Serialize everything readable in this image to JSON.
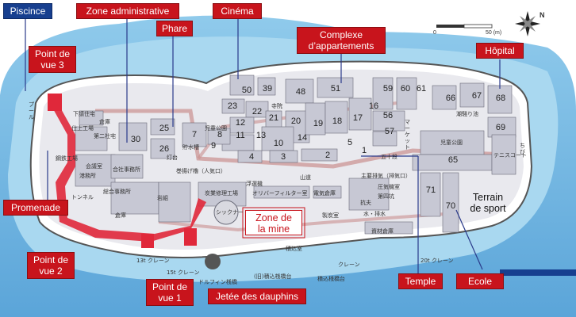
{
  "labels": {
    "piscince": "Piscince",
    "zone_admin": "Zone administrative",
    "cinema": "Cinéma",
    "phare": "Phare",
    "complexe": "Complexe\nd’appartements",
    "hopital": "Hôpital",
    "point_vue_3": "Point de\nvue 3",
    "promenade": "Promenade",
    "point_vue_2": "Point de\nvue 2",
    "point_vue_1": "Point de\nvue 1",
    "jetee": "Jetée des dauphins",
    "zone_mine": "Zone de\nla mine",
    "terrain_sport": "Terrain\nde sport",
    "temple": "Temple",
    "ecole": "Ecole"
  },
  "building_numbers": [
    "50",
    "39",
    "48",
    "23",
    "22",
    "21",
    "20",
    "19",
    "18",
    "17",
    "16",
    "51",
    "59",
    "60",
    "61",
    "66",
    "67",
    "68",
    "69",
    "25",
    "7",
    "12",
    "11",
    "10",
    "14",
    "56",
    "57",
    "13",
    "5",
    "3",
    "4",
    "2",
    "1",
    "9",
    "8",
    "26",
    "30",
    "65",
    "71",
    "70"
  ],
  "japanese_text": {
    "pool": "プール",
    "lower_housing": "下請住宅",
    "warehouse": "倉庫",
    "finishing": "仕上工場",
    "general_hall": "総合事務所",
    "pachinko": "第二社宅",
    "meeting_room": "会議室",
    "steel_dept": "鋼鉄工場",
    "harbor": "港務所",
    "union": "合社事務所",
    "tunnel": "トンネル",
    "lift": "岩組",
    "storage": "倉庫",
    "lighthouse": "灯台",
    "children_park": "児童公園",
    "storehouse": "貯水槽",
    "hoist": "巻揚げ櫓（人気口）",
    "mountain_road": "山道",
    "temple_jp": "寺院",
    "fifty_steps": "五十段",
    "main_exhaust": "主要排気（排気口）",
    "compressor": "圧気機室",
    "fourth_shaft": "第四坑",
    "quick_shaft": "抗夫",
    "water_pump": "水・排水",
    "resources": "資材倉庫",
    "children_park2": "児童公園",
    "tennis": "テニスコート",
    "chibi": "ちび",
    "market": "マーケット",
    "rinsen": "潮騒り池",
    "coal_dept": "炭業修理工場",
    "thickener": "シックナー",
    "oliver_filter": "オリバーフィルター室",
    "electric": "電気倉庫",
    "flow_room": "浮選機",
    "rail_room": "製炭室",
    "pier_crane": "積込室",
    "crane1": "13t クレーン",
    "crane2": "15t クレーン",
    "crane3": "クレーン",
    "crane4": "20t クレーン",
    "dolphin_pier": "ドルフィン桟橋",
    "old_bridge1": "(旧)積込桟橋台",
    "old_bridge2": "積込桟橋台"
  },
  "scale": {
    "zero": "0",
    "fifty": "50 (m)"
  },
  "compass": {
    "north": "N"
  },
  "colors": {
    "sea": "#4a9fd8",
    "shallow": "#a9d8f0",
    "land": "#e9e9ee",
    "road": "#c98f8f",
    "route": "#e0283a",
    "label_red": "#c8141c",
    "label_blue": "#173f8f"
  }
}
